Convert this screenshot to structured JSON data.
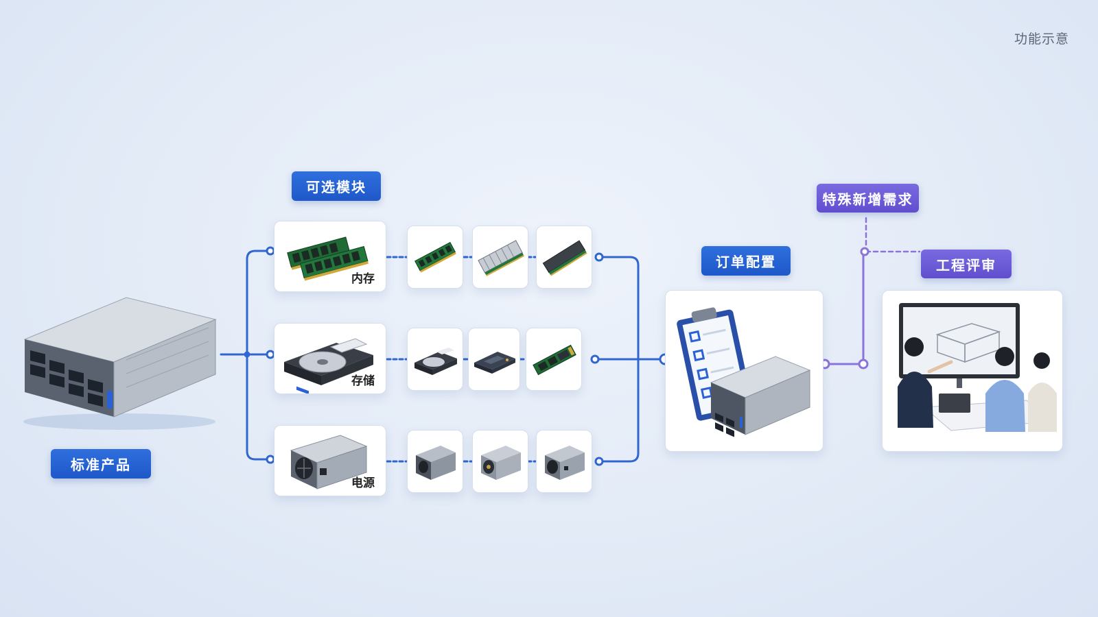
{
  "corner_label": "功能示意",
  "labels": {
    "optional_modules": "可选模块",
    "standard_product": "标准产品",
    "order_config": "订单配置",
    "special_requirements": "特殊新增需求",
    "engineering_review": "工程评审"
  },
  "modules": {
    "memory": "内存",
    "storage": "存储",
    "power": "电源"
  },
  "colors": {
    "accent_blue": "#2a62d6",
    "accent_purple": "#6a5ad6",
    "connector_blue": "#2f66d0",
    "connector_purple": "#8a73d9"
  },
  "icons": {
    "server": "rack-server-icon",
    "memory": "ram-module-icon",
    "storage": "hard-drive-icon",
    "power": "power-supply-icon",
    "order": "clipboard-checklist-icon",
    "review": "engineering-meeting-icon"
  }
}
